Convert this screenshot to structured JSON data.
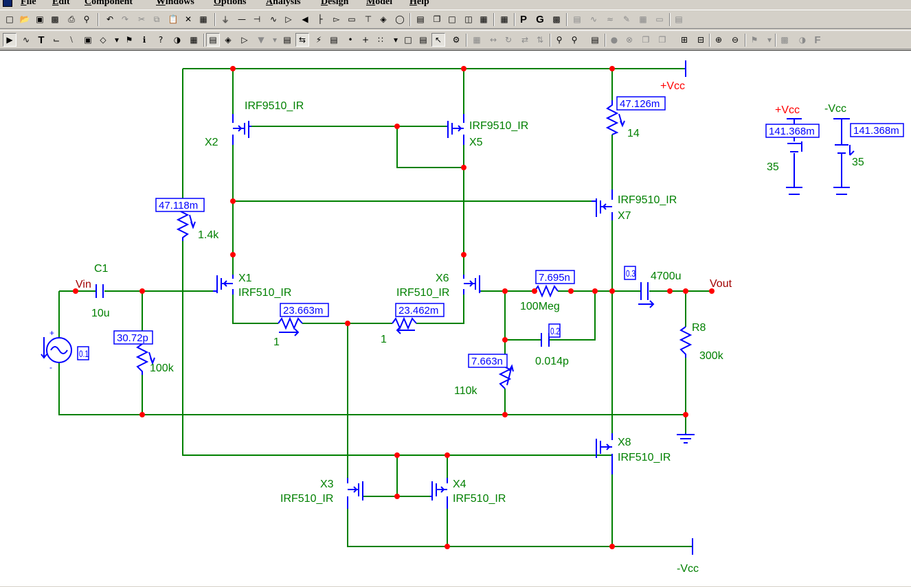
{
  "menu": {
    "items": [
      "File",
      "Edit",
      "Component",
      "Windows",
      "Options",
      "Analysis",
      "Design",
      "Model",
      "Help"
    ]
  },
  "toolbar2_text": {
    "text_tool": "T",
    "p_button": "P",
    "g_button": "G",
    "f_button": "F"
  },
  "schematic": {
    "supply_labels": {
      "vcc_top": "+Vcc",
      "vcc_bottom": "-Vcc",
      "vcc_src_pos": "+Vcc",
      "vcc_src_neg": "-Vcc"
    },
    "supplies": {
      "pos_value": "35",
      "neg_value": "35",
      "pos_probe": "141.368m",
      "neg_probe": "141.368m"
    },
    "input": {
      "label": "Vin",
      "source_probe": "0.1",
      "c1_name": "C1",
      "c1_value": "10u",
      "r_in_probe": "30.72p",
      "r_in_value": "100k"
    },
    "transistors": {
      "x1": {
        "name": "X1",
        "model": "IRF510_IR"
      },
      "x2": {
        "name": "X2",
        "model": "IRF9510_IR"
      },
      "x3": {
        "name": "X3",
        "model": "IRF510_IR"
      },
      "x4": {
        "name": "X4",
        "model": "IRF510_IR"
      },
      "x5": {
        "name": "X5",
        "model": "IRF9510_IR"
      },
      "x6": {
        "name": "X6",
        "model": "IRF510_IR"
      },
      "x7": {
        "name": "X7",
        "model": "IRF9510_IR"
      },
      "x8": {
        "name": "X8",
        "model": "IRF510_IR"
      }
    },
    "resistors": {
      "r_bias": {
        "probe": "47.118m",
        "value": "1.4k"
      },
      "r_top": {
        "probe": "47.126m",
        "value": "14"
      },
      "r_deg1": {
        "probe": "23.663m",
        "value": "1"
      },
      "r_deg2": {
        "probe": "23.462m",
        "value": "1"
      },
      "r_fb": {
        "probe": "7.695n",
        "value": "100Meg"
      },
      "r_gnd": {
        "probe": "7.663n",
        "value": "110k"
      },
      "r8": {
        "name": "R8",
        "value": "300k"
      }
    },
    "caps": {
      "c_fb": {
        "probe": "0.2",
        "value": "0.014p"
      },
      "c_out": {
        "probe": "0.3",
        "value": "4700u"
      }
    },
    "output": {
      "label": "Vout"
    }
  },
  "colors": {
    "wire": "#008000",
    "symbol": "#0000ff",
    "node": "#ff0000",
    "net_label": "#a00000",
    "supply_label": "#ff0000"
  }
}
